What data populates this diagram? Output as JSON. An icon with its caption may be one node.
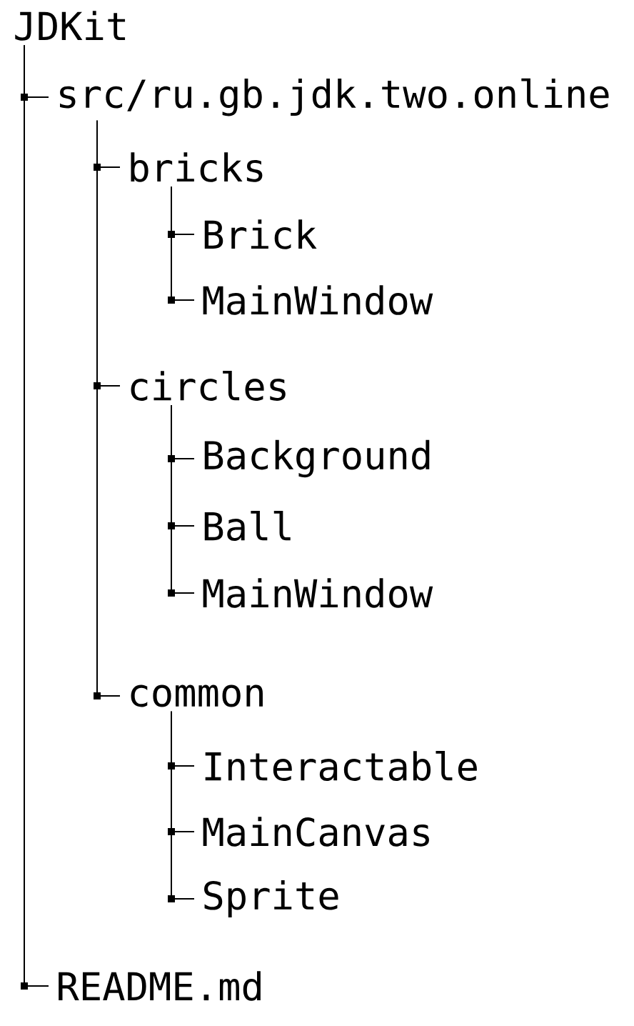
{
  "diagram": {
    "nodes": [
      {
        "text": [
          "JDKit"
        ]
      },
      {
        "text": [
          "src/ru.gb.jdk.two.online"
        ]
      },
      {
        "text": [
          "bricks"
        ]
      },
      {
        "text": [
          "Brick"
        ]
      },
      {
        "text": [
          "MainWindow"
        ]
      },
      {
        "text": [
          "circles"
        ]
      },
      {
        "text": [
          "Background"
        ]
      },
      {
        "text": [
          "Ball"
        ]
      },
      {
        "text": [
          "MainWindow"
        ]
      },
      {
        "text": [
          "common"
        ]
      },
      {
        "text": [
          "Interactable"
        ]
      },
      {
        "text": [
          "MainCanvas"
        ]
      },
      {
        "text": [
          "Sprite"
        ]
      },
      {
        "text": [
          "README.md"
        ]
      }
    ],
    "edges": [
      {
        "from": 0,
        "to": 1,
        "arrow": "none"
      },
      {
        "from": 1,
        "to": 2,
        "arrow": "none"
      },
      {
        "from": 2,
        "to": 3,
        "arrow": "none"
      },
      {
        "from": 2,
        "to": 4,
        "arrow": "none"
      },
      {
        "from": 1,
        "to": 5,
        "arrow": "none"
      },
      {
        "from": 5,
        "to": 6,
        "arrow": "none"
      },
      {
        "from": 5,
        "to": 7,
        "arrow": "none"
      },
      {
        "from": 5,
        "to": 8,
        "arrow": "none"
      },
      {
        "from": 1,
        "to": 9,
        "arrow": "none"
      },
      {
        "from": 9,
        "to": 10,
        "arrow": "none"
      },
      {
        "from": 9,
        "to": 11,
        "arrow": "none"
      },
      {
        "from": 9,
        "to": 12,
        "arrow": "none"
      },
      {
        "from": 0,
        "to": 13,
        "arrow": "none"
      }
    ]
  }
}
